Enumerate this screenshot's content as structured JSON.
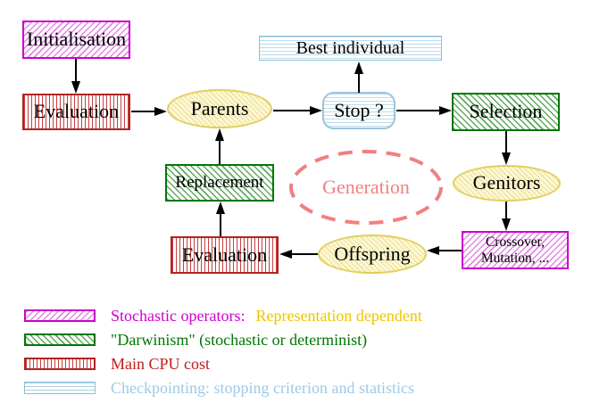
{
  "diagram": {
    "nodes": {
      "initialisation": "Initialisation",
      "evaluation_top": "Evaluation",
      "parents": "Parents",
      "best_individual": "Best individual",
      "stop": "Stop ?",
      "selection": "Selection",
      "replacement": "Replacement",
      "generation": "Generation",
      "genitors": "Genitors",
      "crossover_line1": "Crossover,",
      "crossover_line2": "Mutation, ...",
      "evaluation_bottom": "Evaluation",
      "offspring": "Offspring"
    },
    "edges": [
      {
        "from": "Initialisation",
        "to": "Evaluation"
      },
      {
        "from": "Evaluation",
        "to": "Parents"
      },
      {
        "from": "Parents",
        "to": "Stop ?"
      },
      {
        "from": "Stop ?",
        "to": "Best individual"
      },
      {
        "from": "Stop ?",
        "to": "Selection"
      },
      {
        "from": "Selection",
        "to": "Genitors"
      },
      {
        "from": "Genitors",
        "to": "Crossover, Mutation, ..."
      },
      {
        "from": "Crossover, Mutation, ...",
        "to": "Offspring"
      },
      {
        "from": "Offspring",
        "to": "Evaluation"
      },
      {
        "from": "Evaluation",
        "to": "Replacement"
      },
      {
        "from": "Replacement",
        "to": "Parents"
      }
    ],
    "colors": {
      "magenta": "#CC00CC",
      "green": "#007700",
      "red": "#B22222",
      "light_blue": "#9CCBE4",
      "yellow_fill": "#FCF8D8",
      "yellow_border": "#E2CF5E",
      "salmon": "#F08080",
      "gold_text": "#EDC400",
      "arrow": "#000000"
    },
    "legend": [
      {
        "swatch": "magenta-diagonal-hatch",
        "label": "Stochastic operators:",
        "label_secondary": "Representation dependent"
      },
      {
        "swatch": "green-diagonal-hatch",
        "label": "\"Darwinism\" (stochastic or determinist)"
      },
      {
        "swatch": "red-vertical-stripes",
        "label": "Main CPU cost"
      },
      {
        "swatch": "blue-horizontal-stripes",
        "label": "Checkpointing: stopping criterion and statistics"
      }
    ]
  }
}
